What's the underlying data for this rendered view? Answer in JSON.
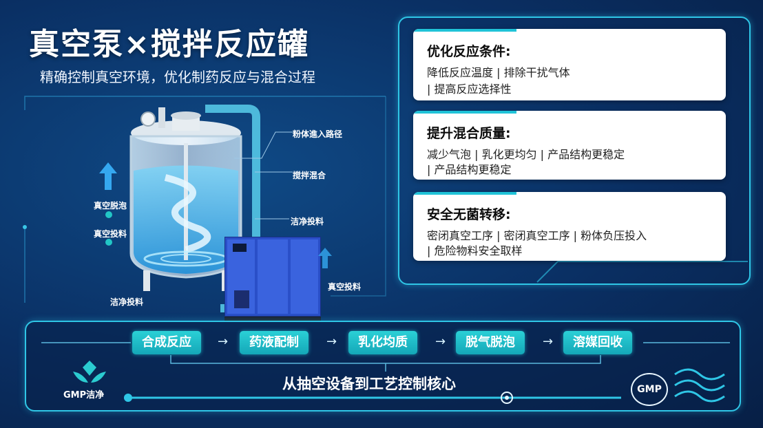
{
  "header": {
    "title": "真空泵×搅拌反应罐",
    "subtitle": "精确控制真空环境，优化制药反应与混合过程"
  },
  "cards": [
    {
      "title": "优化反应条件:",
      "lines": [
        "降低反应温度 | 排除干扰气体",
        "| 提高反应选择性"
      ]
    },
    {
      "title": "提升混合质量:",
      "lines": [
        "减少气泡 | 乳化更均匀 | 产品结构更稳定",
        "| 产品结构更稳定"
      ]
    },
    {
      "title": "安全无菌转移:",
      "lines": [
        "密闭真空工序 | 密闭真空工序 | 粉体负压投入",
        "| 危险物料安全取样"
      ]
    }
  ],
  "diagram": {
    "labels": {
      "powder_path": "粉体進入路径",
      "stir_mix": "搅拌混合",
      "clean_feed_right": "洁净投料",
      "vacuum_feed_right": "真空投料",
      "vacuum_degas": "真空脱泡",
      "vacuum_feed_left": "真空投料",
      "clean_feed_bottom": "洁净投料"
    }
  },
  "process": {
    "steps": [
      "合成反应",
      "药液配制",
      "乳化均质",
      "脱气脱泡",
      "溶媒回收"
    ],
    "core_text": "从抽空设备到工艺控制核心"
  },
  "badges": {
    "gmp_clean": "GMP洁净",
    "gmp": "GMP"
  },
  "colors": {
    "accent": "#2fc6e6",
    "step_fill": "#1cb8c8",
    "background": "#0a2f63"
  }
}
